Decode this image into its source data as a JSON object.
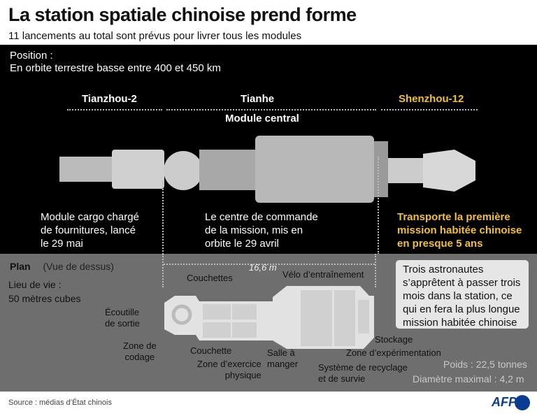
{
  "title": "La station spatiale chinoise prend forme",
  "subtitle": "11 lancements au total sont prévus pour livrer tous les modules",
  "position": {
    "label": "Position :",
    "value": "En orbite terrestre basse entre 400 et 450 km"
  },
  "modules": {
    "tianzhou": {
      "name": "Tianzhou-2",
      "desc": [
        "Module cargo chargé",
        "de fournitures, lancé",
        "le 29 mai"
      ]
    },
    "tianhe": {
      "name": "Tianhe",
      "sub": "Module central",
      "desc": [
        "Le centre de commande",
        "de la mission, mis en",
        "orbite le 29 avril"
      ]
    },
    "shenzhou": {
      "name": "Shenzhou-12",
      "desc": [
        "Transporte la première",
        "mission habitée chinoise",
        "en presque 5 ans"
      ]
    }
  },
  "plan": {
    "label": "Plan",
    "view": "(Vue de dessus)",
    "living": [
      "Lieu de vie :",
      "50 mètres cubes"
    ],
    "length": "16,6 m",
    "labels": {
      "couchettes": "Couchettes",
      "velo": "Vélo d’entraînement",
      "ecoutille": [
        "Écoutille",
        "de sortie"
      ],
      "codage": [
        "Zone de",
        "codage"
      ],
      "couchette": "Couchette",
      "exercice": [
        "Zone d’exercice",
        "physique"
      ],
      "salle": [
        "Salle à",
        "manger"
      ],
      "recyclage": [
        "Système de recyclage",
        "et de survie"
      ],
      "stockage": "Stockage",
      "experimentation": "Zone d’expérimentation"
    },
    "note": [
      "Trois astronautes",
      "s’apprêtent à passer trois",
      "mois dans la station, ce",
      "qui en fera la plus longue",
      "mission habitée chinoise"
    ],
    "weight": "Poids : 22,5 tonnes",
    "diameter": "Diamètre maximal : 4,2 m"
  },
  "source": "Source : médias d’État chinois",
  "logo": "AFP",
  "colors": {
    "accent": "#f3c12b",
    "panel": "#000000",
    "plan": "#6e6e6e"
  }
}
